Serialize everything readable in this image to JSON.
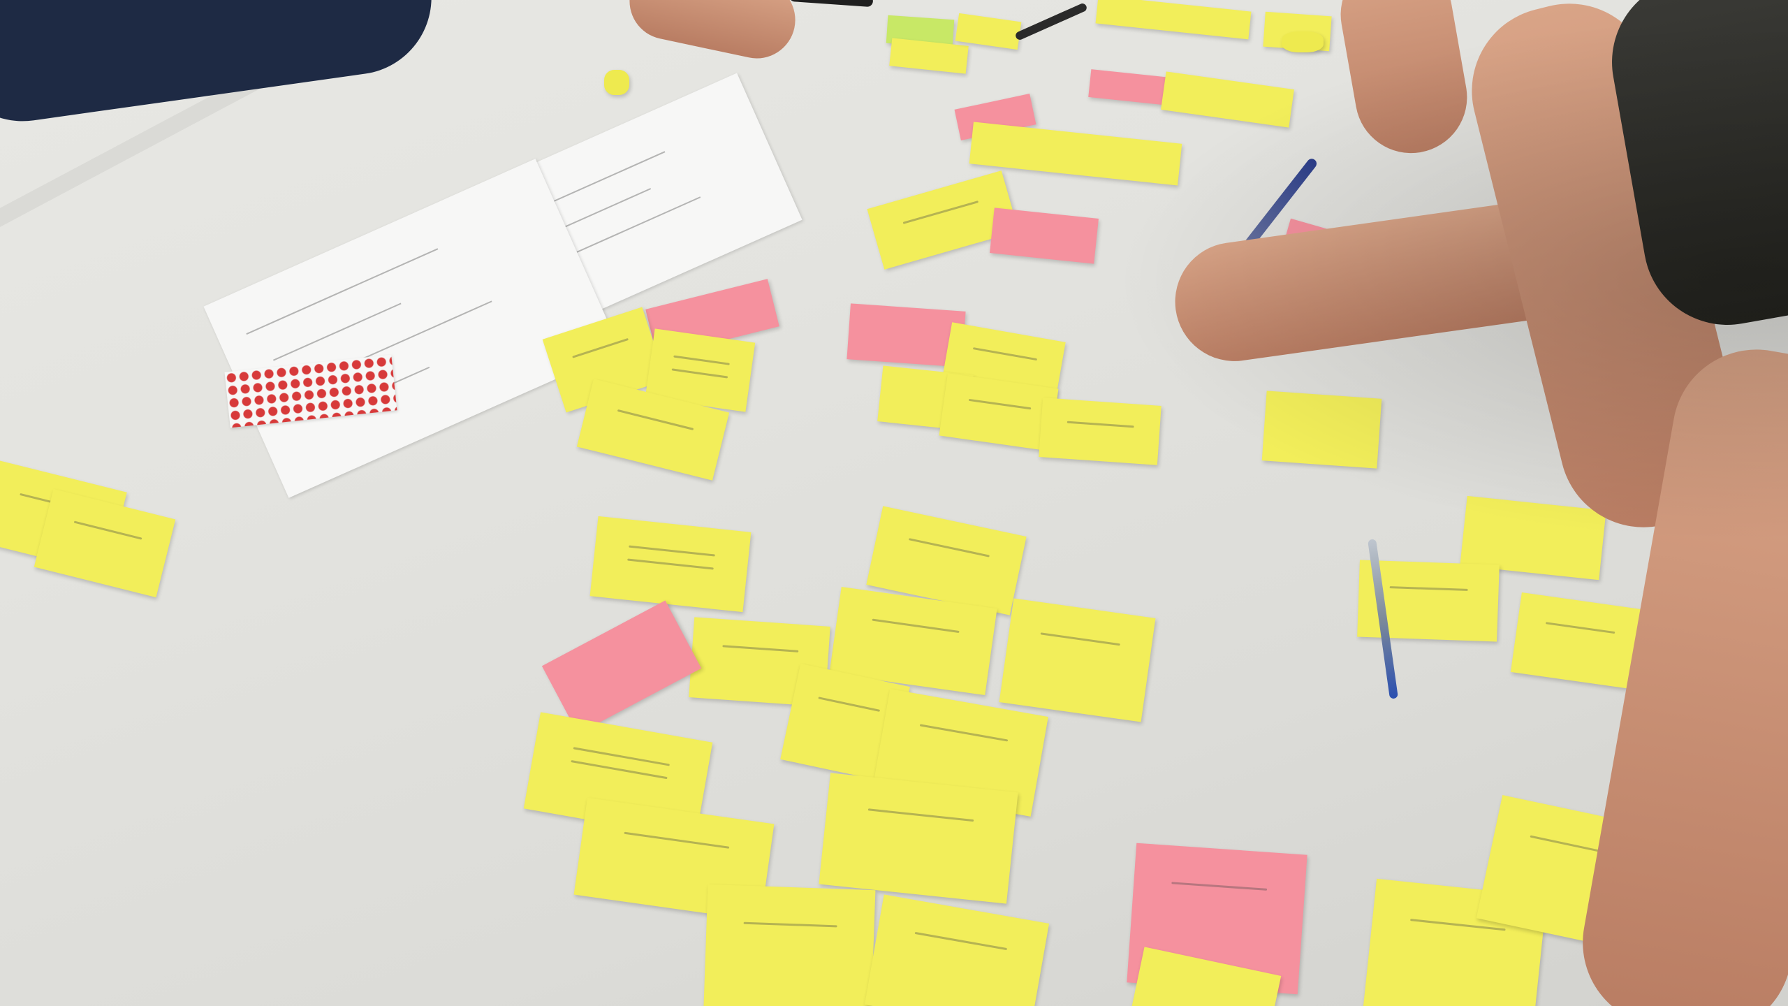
{
  "scene": {
    "surface_color": "#e3e3df",
    "note_colors": {
      "yellow": "#f2ee5a",
      "pink": "#f5919e",
      "green": "#c8e866"
    }
  },
  "notes": {
    "yellow_count": 44,
    "pink_count": 9,
    "green_count": 1
  },
  "objects": {
    "pens": [
      "dark-pen",
      "blue-pen",
      "transparent-ballpoint-pen",
      "dark-marker"
    ],
    "sticker_sheet_color": "#d73a3a"
  }
}
